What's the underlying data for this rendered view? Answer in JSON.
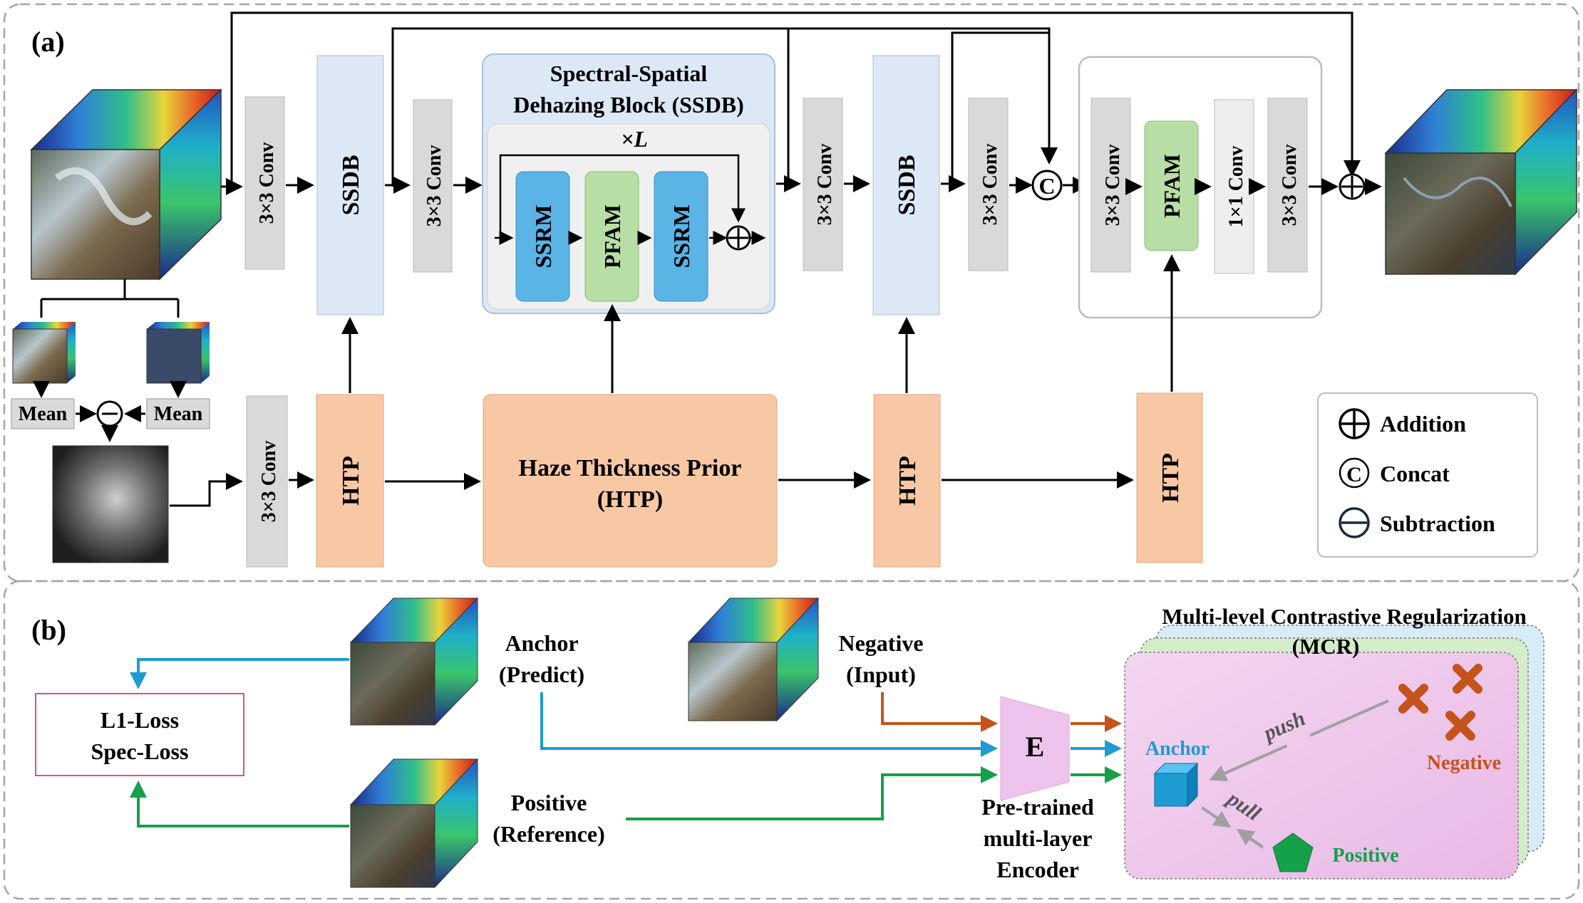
{
  "panels": {
    "a": "(a)",
    "b": "(b)"
  },
  "blocks": {
    "conv3": "3×3 Conv",
    "conv1": "1×1 Conv",
    "ssdb": "SSDB",
    "htp": "HTP",
    "pfam": "PFAM",
    "ssrm": "SSRM",
    "mean": "Mean",
    "concat_symbol": "C"
  },
  "ssdb_container": {
    "title1": "Spectral-Spatial",
    "title2": "Dehazing Block (SSDB)",
    "repeat": "×L"
  },
  "htp_main": {
    "line1": "Haze Thickness Prior",
    "line2": "(HTP)"
  },
  "legend": {
    "addition": "Addition",
    "concat": "Concat",
    "subtraction": "Subtraction"
  },
  "panel_b": {
    "loss_line1": "L1-Loss",
    "loss_line2": "Spec-Loss",
    "anchor_line1": "Anchor",
    "anchor_line2": "(Predict)",
    "negative_line1": "Negative",
    "negative_line2": "(Input)",
    "positive_line1": "Positive",
    "positive_line2": "(Reference)",
    "encoder": "E",
    "encoder_caption": [
      "Pre-trained",
      "multi-layer",
      "Encoder"
    ],
    "mcr_title1": "Multi-level Contrastive Regularization",
    "mcr_title2": "(MCR)",
    "mcr_anchor": "Anchor",
    "mcr_negative": "Negative",
    "mcr_positive": "Positive",
    "push": "push",
    "pull": "pull"
  },
  "colors": {
    "htp": "#f8c8a4",
    "ssdb": "#dce8f5",
    "pfam": "#b7dea4",
    "ssrm": "#5ab4e6",
    "conv": "#d9d9d9",
    "blue_arrow": "#1f9bd3",
    "green_arrow": "#15a04a",
    "orange_arrow": "#c4541a",
    "mcr_anchor": "#1f9bd3",
    "mcr_negative": "#c4541a",
    "mcr_positive": "#15a04a"
  }
}
